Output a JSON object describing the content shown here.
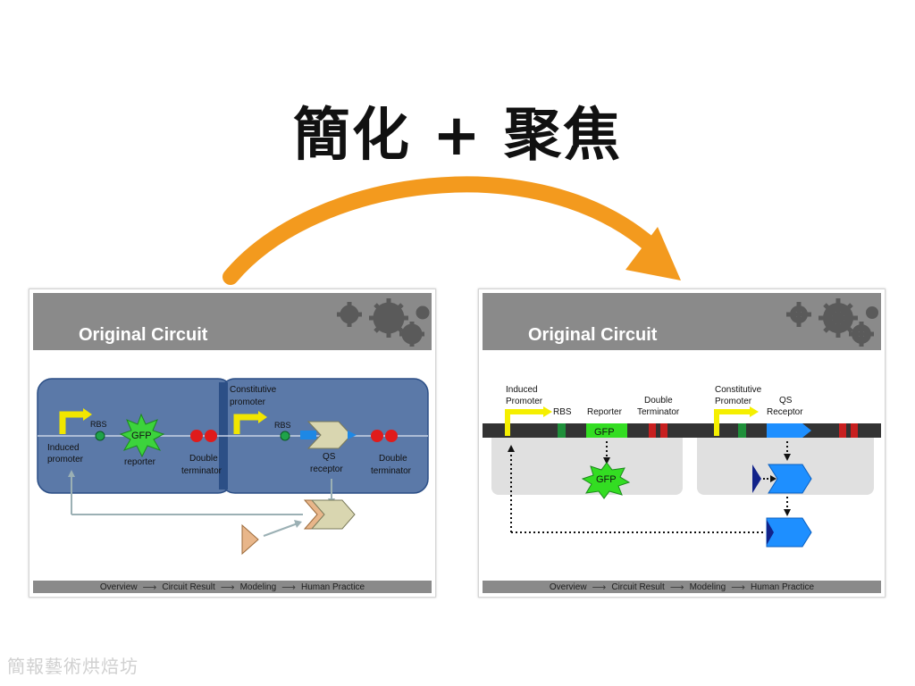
{
  "title": "簡化 + 聚焦",
  "watermark": "簡報藝術烘焙坊",
  "accent_color": "#f39a1e",
  "left_slide": {
    "header_title": "Original Circuit",
    "labels": {
      "rbs_1": "RBS",
      "gfp": "GFP",
      "induced": "Induced",
      "promoter": "promoter",
      "reporter": "reporter",
      "double_1": "Double",
      "terminator_1": "terminator",
      "constitutive": "Constitutive",
      "promoter_2": "promoter",
      "rbs_2": "RBS",
      "qs": "QS",
      "receptor": "receptor",
      "double_2": "Double",
      "terminator_2": "terminator"
    },
    "nav": [
      "Overview",
      "Circuit Result",
      "Modeling",
      "Human Practice"
    ]
  },
  "right_slide": {
    "header_title": "Original Circuit",
    "labels": {
      "induced": "Induced",
      "promoter": "Promoter",
      "rbs": "RBS",
      "reporter": "Reporter",
      "double": "Double",
      "terminator": "Terminator",
      "constitutive": "Constitutive",
      "promoter_2": "Promoter",
      "qs": "QS",
      "receptor": "Receptor",
      "gfp_box": "GFP",
      "gfp_star": "GFP"
    },
    "nav": [
      "Overview",
      "Circuit Result",
      "Modeling",
      "Human Practice"
    ]
  }
}
